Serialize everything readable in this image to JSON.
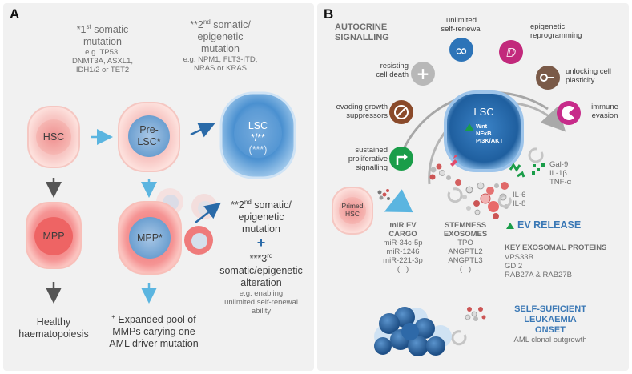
{
  "panel_a": {
    "label": "A",
    "mut1": {
      "title_pre": "*1",
      "title_sup": "st",
      "title_post": " somatic",
      "title2": "mutation",
      "examples": [
        "e.g. TP53,",
        "DNMT3A, ASXL1,",
        "IDH1/2 or TET2"
      ]
    },
    "mut2": {
      "title_pre": "**2",
      "title_sup": "nd",
      "title_post": " somatic/",
      "title2": "epigenetic",
      "title3": "mutation",
      "examples": [
        "e.g. NPM1, FLT3-ITD,",
        "NRAS or KRAS"
      ]
    },
    "cells": {
      "hsc": "HSC",
      "pre_lsc_1": "Pre-",
      "pre_lsc_2": "LSC*",
      "lsc_1": "LSC",
      "lsc_2": "*/**",
      "lsc_3": "(***)",
      "mpp": "MPP",
      "mpp_star": "MPP*"
    },
    "mut3": {
      "line1_pre": "**2",
      "line1_sup": "nd",
      "line1_post": " somatic/",
      "line2": "epigenetic",
      "line3": "mutation",
      "plus": "+",
      "line4_pre": "***3",
      "line4_sup": "rd",
      "line5": "somatic/epigenetic",
      "line6": "alteration",
      "line7": "e.g. enabling",
      "line8": "unlimited self-renewal",
      "line9": "ability"
    },
    "healthy": [
      "Healthy",
      "haematopoiesis"
    ],
    "expanded": {
      "plus": "+",
      "lines": [
        "Expanded pool of",
        "MMPs carying one",
        "AML driver mutation"
      ]
    }
  },
  "panel_b": {
    "label": "B",
    "autocrine": [
      "AUTOCRINE",
      "SIGNALLING"
    ],
    "hallmarks": {
      "self_renewal": [
        "unlimited",
        "self-renewal"
      ],
      "epigenetic": [
        "epigenetic",
        "reprogramming"
      ],
      "resisting": [
        "resisting",
        "cell death"
      ],
      "unlocking": [
        "unlocking cell",
        "plasticity"
      ],
      "evading": [
        "evading growth",
        "suppressors"
      ],
      "immune": [
        "immune",
        "evasion"
      ],
      "sustained": [
        "sustained",
        "proliferative",
        "signalling"
      ]
    },
    "lsc": {
      "label": "LSC",
      "pathways": [
        "Wnt",
        "NFκB",
        "PI3K/AKT"
      ]
    },
    "cytokines": {
      "gal9": "Gal-9",
      "il1b": "IL-1β",
      "tnfa": "TNF-α",
      "il6": "IL-6",
      "il8": "IL-8"
    },
    "primed": [
      "Primed",
      "HSC"
    ],
    "mir": {
      "title": [
        "miR EV",
        "CARGO"
      ],
      "items": [
        "miR-34c-5p",
        "miR-1246",
        "miR-221-3p",
        "(...)"
      ]
    },
    "stemness": {
      "title": [
        "STEMNESS",
        "EXOSOMES"
      ],
      "items": [
        "TPO",
        "ANGPTL2",
        "ANGPTL3",
        "(...)"
      ]
    },
    "ev_release": "EV RELEASE",
    "key_proteins": {
      "title": "KEY EXOSOMAL PROTEINS",
      "items": [
        "VPS33B",
        "GDI2",
        "RAB27A & RAB27B"
      ]
    },
    "onset": {
      "title": [
        "SELF-SUFICIENT",
        "LEUKAEMIA",
        "ONSET"
      ],
      "sub": "AML clonal outgrowth"
    }
  },
  "colors": {
    "blue_arrow": "#5bb5e0",
    "dark_arrow": "#555555",
    "lsc_blue": "#2f7fc1",
    "title_blue": "#3a78b5",
    "green": "#1a9d49",
    "red_cell": "#e84b4b"
  }
}
